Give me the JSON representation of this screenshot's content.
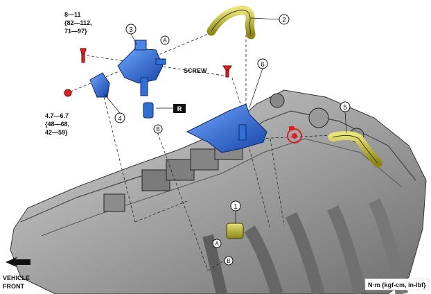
{
  "callouts": {
    "n1": "1",
    "n2": "2",
    "n3": "3",
    "n4": "4",
    "n5": "5",
    "n6": "6",
    "a1": "A",
    "a2": "A",
    "b1": "B",
    "b2": "B",
    "r": "R"
  },
  "torque_top": [
    "8—11",
    "{82—112,",
    "71—97}"
  ],
  "torque_left": [
    "4.7—6.7",
    "{48—68,",
    "42—59}"
  ],
  "screw_label": "SCREW",
  "vehicle_front": [
    "VEHICLE",
    "FRONT"
  ],
  "units_label": "N·m {kgf-cm, in-lbf}",
  "colors": {
    "part_blue": "#2f6fd6",
    "hose_yellow": "#c9c22a",
    "bolt_red": "#e02020",
    "engine_gray": "#9a9a9a"
  }
}
